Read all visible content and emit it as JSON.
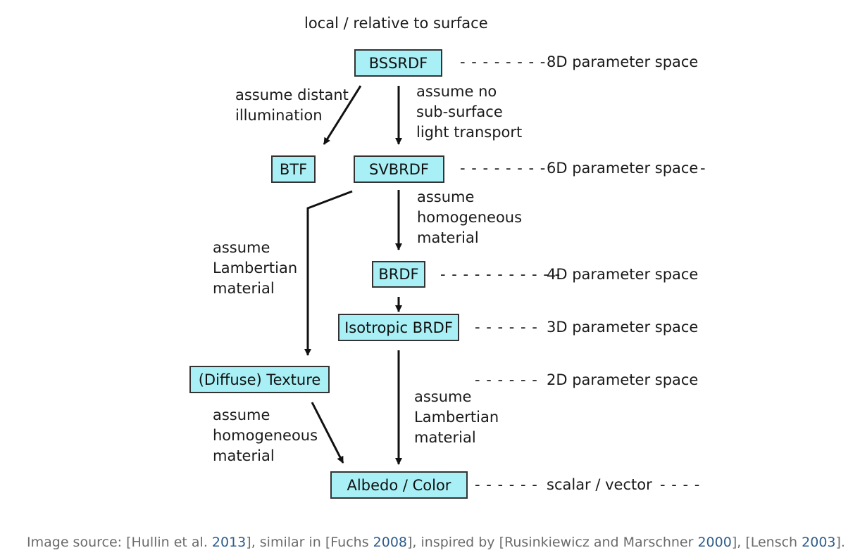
{
  "header": "local / relative to surface",
  "nodes": {
    "bssrdf": "BSSRDF",
    "btf": "BTF",
    "svbrdf": "SVBRDF",
    "brdf": "BRDF",
    "isotropic_brdf": "Isotropic BRDF",
    "diffuse_texture": "(Diffuse) Texture",
    "albedo_color": "Albedo / Color"
  },
  "edge_labels": {
    "distant_illumination": "assume distant\nillumination",
    "no_subsurface": "assume no\nsub-surface\nlight transport",
    "homogeneous_svbrdf": "assume\nhomogeneous\nmaterial",
    "lambertian_svbrdf": "assume\nLambertian\nmaterial",
    "lambertian_isotropic": "assume\nLambertian\nmaterial",
    "homogeneous_texture": "assume\nhomogeneous\nmaterial"
  },
  "dashes": {
    "d8": "- - - - - - - -",
    "d6": "- - - - - - - -",
    "d6_tail": "-",
    "d4": "- - - - - - - - - - -",
    "d3": "- - - - - -",
    "d2": "- - - - - -",
    "dscalar": "- - - - - -",
    "dscalar_tail": "- - - -"
  },
  "param_spaces": {
    "p8": "8D parameter space",
    "p6": "6D parameter space",
    "p4": "4D parameter space",
    "p3": "3D parameter space",
    "p2": "2D parameter space",
    "pscalar": "scalar / vector"
  },
  "caption": {
    "prefix": "Image source: [Hullin et al. ",
    "ref1": "2013",
    "mid1": "], similar in [Fuchs ",
    "ref2": "2008",
    "mid2": "], inspired by [Rusinkiewicz and Marschner ",
    "ref3": "2000",
    "mid3": "], [Lensch ",
    "ref4": "2003",
    "suffix": "]."
  },
  "colors": {
    "node_fill": "#a8f0f5",
    "node_border": "#333333",
    "arrow": "#111111",
    "caption_text": "#6b6b6b",
    "caption_link": "#2f5d8a"
  }
}
